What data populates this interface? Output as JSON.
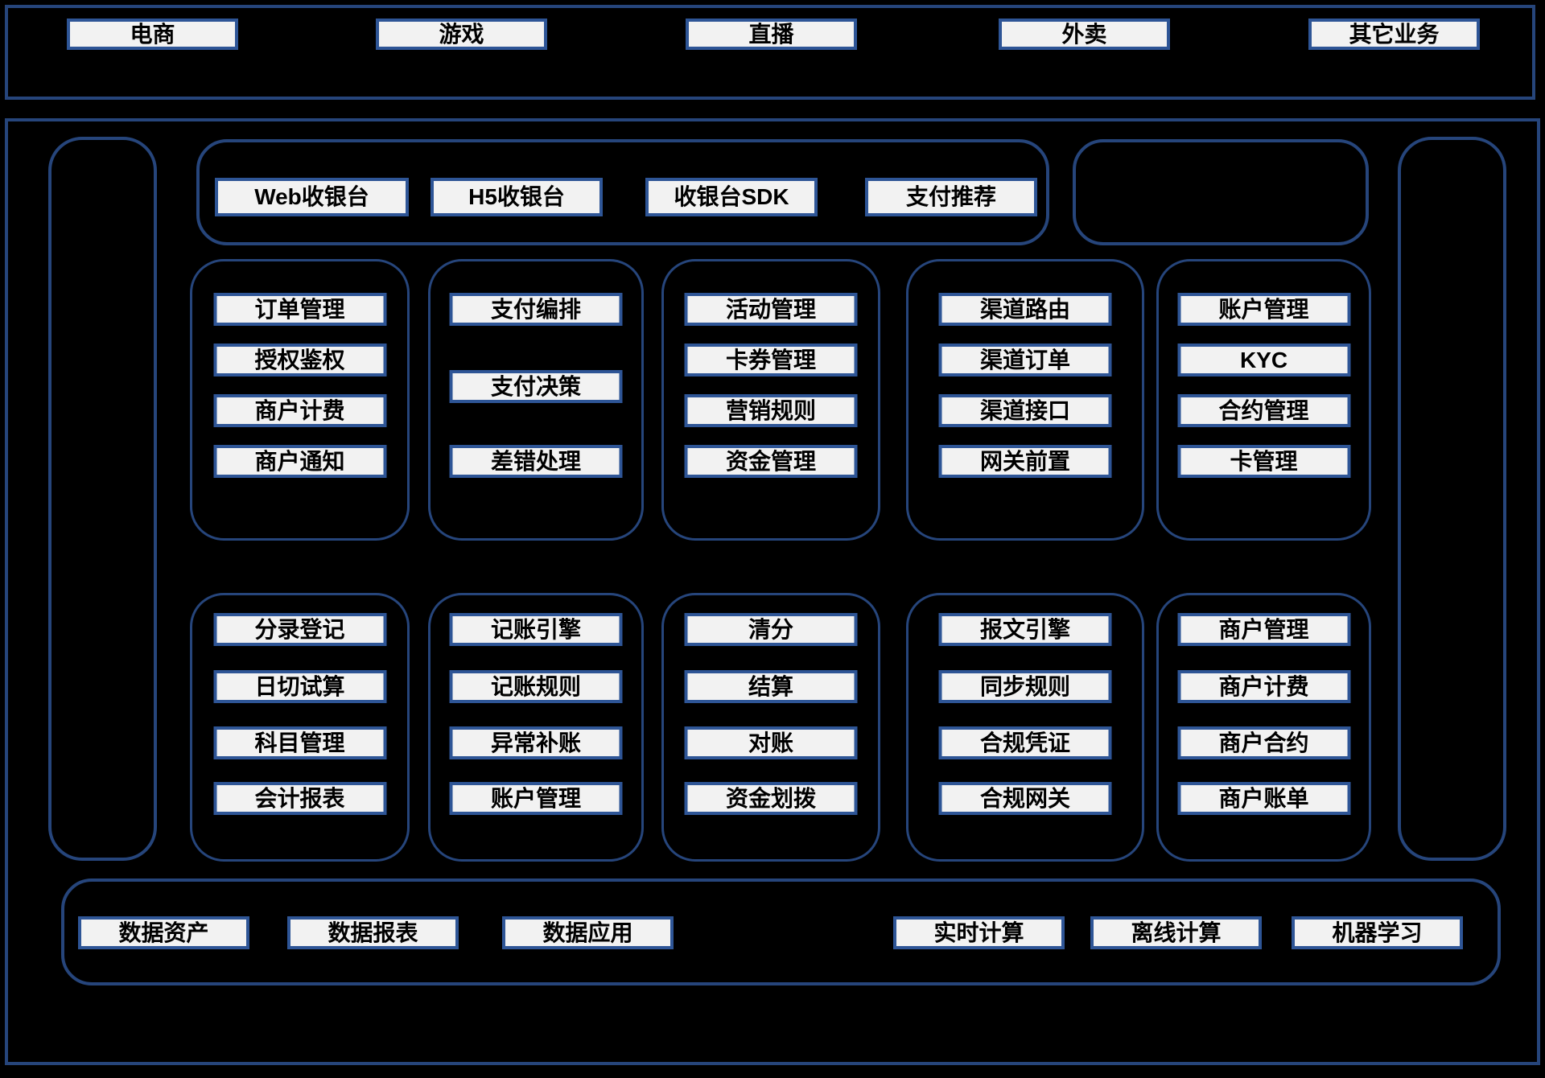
{
  "colors": {
    "background": "#000000",
    "container_border": "#26457b",
    "box_border": "#2e5596",
    "box_fill": "#f2f2f2",
    "text": "#000000"
  },
  "business_layer": {
    "items": [
      "电商",
      "游戏",
      "直播",
      "外卖",
      "其它业务"
    ]
  },
  "checkout_layer": {
    "items": [
      "Web收银台",
      "H5收银台",
      "收银台SDK",
      "支付推荐"
    ]
  },
  "modules_row1": [
    {
      "items": [
        "订单管理",
        "授权鉴权",
        "商户计费",
        "商户通知"
      ]
    },
    {
      "items": [
        "支付编排",
        "支付决策",
        "差错处理"
      ]
    },
    {
      "items": [
        "活动管理",
        "卡券管理",
        "营销规则",
        "资金管理"
      ]
    },
    {
      "items": [
        "渠道路由",
        "渠道订单",
        "渠道接口",
        "网关前置"
      ]
    },
    {
      "items": [
        "账户管理",
        "KYC",
        "合约管理",
        "卡管理"
      ]
    }
  ],
  "modules_row2": [
    {
      "items": [
        "分录登记",
        "日切试算",
        "科目管理",
        "会计报表"
      ]
    },
    {
      "items": [
        "记账引擎",
        "记账规则",
        "异常补账",
        "账户管理"
      ]
    },
    {
      "items": [
        "清分",
        "结算",
        "对账",
        "资金划拨"
      ]
    },
    {
      "items": [
        "报文引擎",
        "同步规则",
        "合规凭证",
        "合规网关"
      ]
    },
    {
      "items": [
        "商户管理",
        "商户计费",
        "商户合约",
        "商户账单"
      ]
    }
  ],
  "data_layer": {
    "items": [
      "数据资产",
      "数据报表",
      "数据应用",
      "实时计算",
      "离线计算",
      "机器学习"
    ]
  }
}
